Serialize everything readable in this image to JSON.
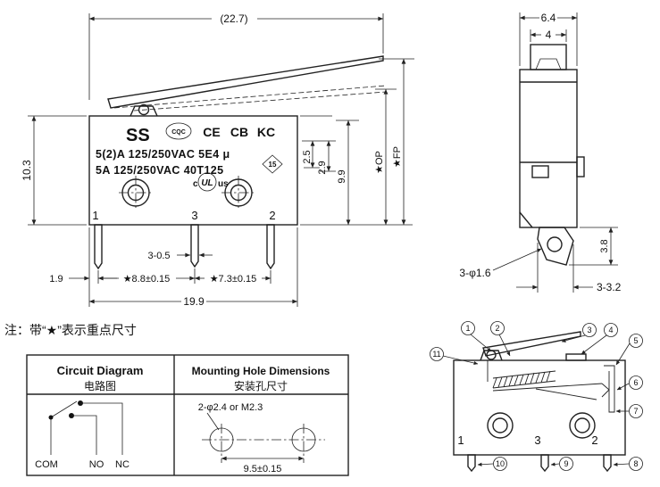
{
  "side_view": {
    "dims": {
      "lever_length": "(22.7)",
      "body_height": "10.3",
      "pin_thickness": "3-0.5",
      "pin_offset": "1.9",
      "pin_pitch_left": "★8.8±0.15",
      "pin_pitch_right": "★7.3±0.15",
      "body_width": "19.9",
      "step_a": "2.5",
      "step_b": "2.9",
      "height_to_base": "9.9",
      "operating_position": "★OP",
      "free_position": "★FP"
    },
    "markings": {
      "brand": "SS",
      "cqc_mark": "CQC",
      "ce_mark": "CE",
      "cb_mark": "CB",
      "kc_mark": "KC",
      "rating_line1": "5(2)A 125/250VAC 5E4 μ",
      "rating_line2": "5A  125/250VAC 40T125",
      "diamond_mark": "15",
      "ul_prefix": "c",
      "ul_mark": "UL",
      "ul_suffix": "us",
      "terminal_1": "1",
      "terminal_3": "3",
      "terminal_2": "2"
    }
  },
  "end_view": {
    "dims": {
      "overall_width": "6.4",
      "button_width": "4",
      "terminal_hole": "3-φ1.6",
      "terminal_height": "3.8",
      "terminal_width": "3-3.2"
    }
  },
  "note": "注：带“★”表示重点尺寸",
  "circuit_box": {
    "title": "Circuit Diagram",
    "subtitle": "电路图",
    "com_label": "COM",
    "no_label": "NO",
    "nc_label": "NC"
  },
  "mounting_box": {
    "title": "Mounting Hole Dimensions",
    "subtitle": "安装孔尺寸",
    "hole_spec": "2-φ2.4 or M2.3",
    "hole_spacing": "9.5±0.15"
  },
  "exploded_view": {
    "callouts": [
      "1",
      "2",
      "3",
      "4",
      "5",
      "6",
      "7",
      "8",
      "9",
      "10",
      "11"
    ],
    "terminal_1": "1",
    "terminal_3": "3",
    "terminal_2": "2"
  }
}
